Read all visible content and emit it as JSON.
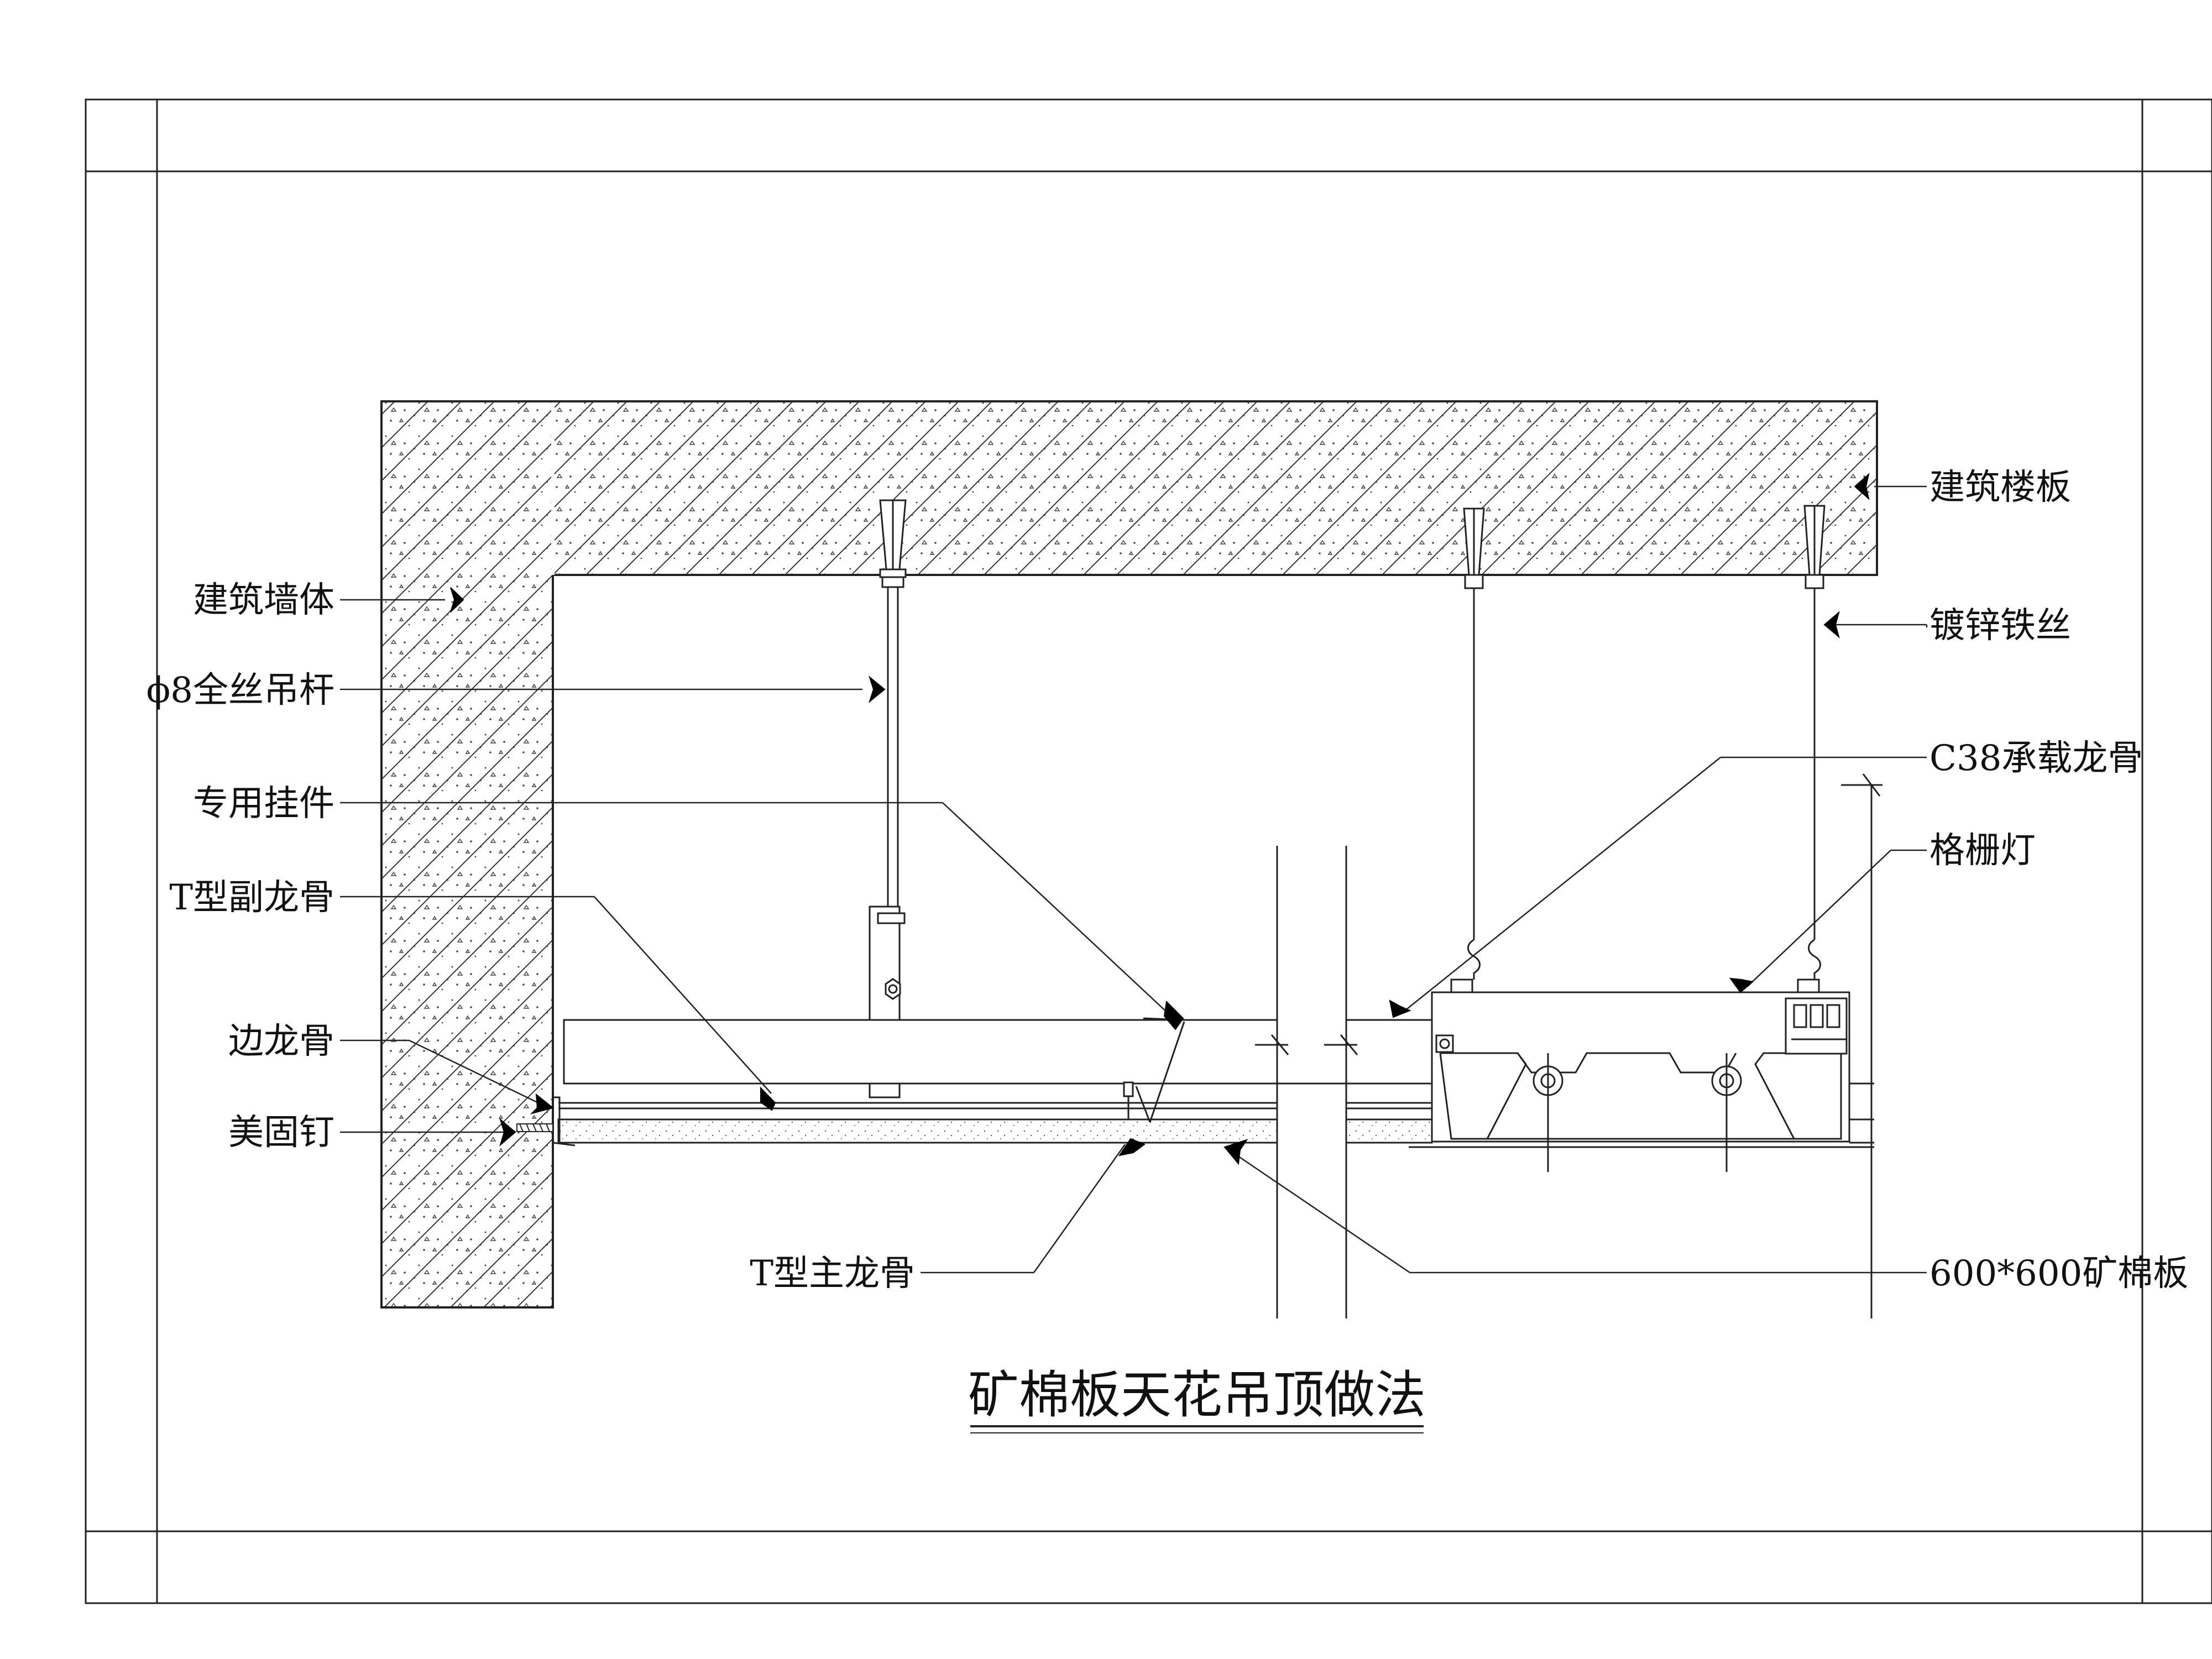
{
  "drawing": {
    "title": "矿棉板天花吊顶做法",
    "labels": {
      "wall": "建筑墙体",
      "slab": "建筑楼板",
      "rod": "ϕ8全丝吊杆",
      "wire": "镀锌铁丝",
      "hanger": "专用挂件",
      "c38": "C38承载龙骨",
      "t_sub": "T型副龙骨",
      "grille_light": "格栅灯",
      "edge_keel": "边龙骨",
      "anchor": "美固钉",
      "t_main": "T型主龙骨",
      "panel": "600*600矿棉板"
    }
  }
}
